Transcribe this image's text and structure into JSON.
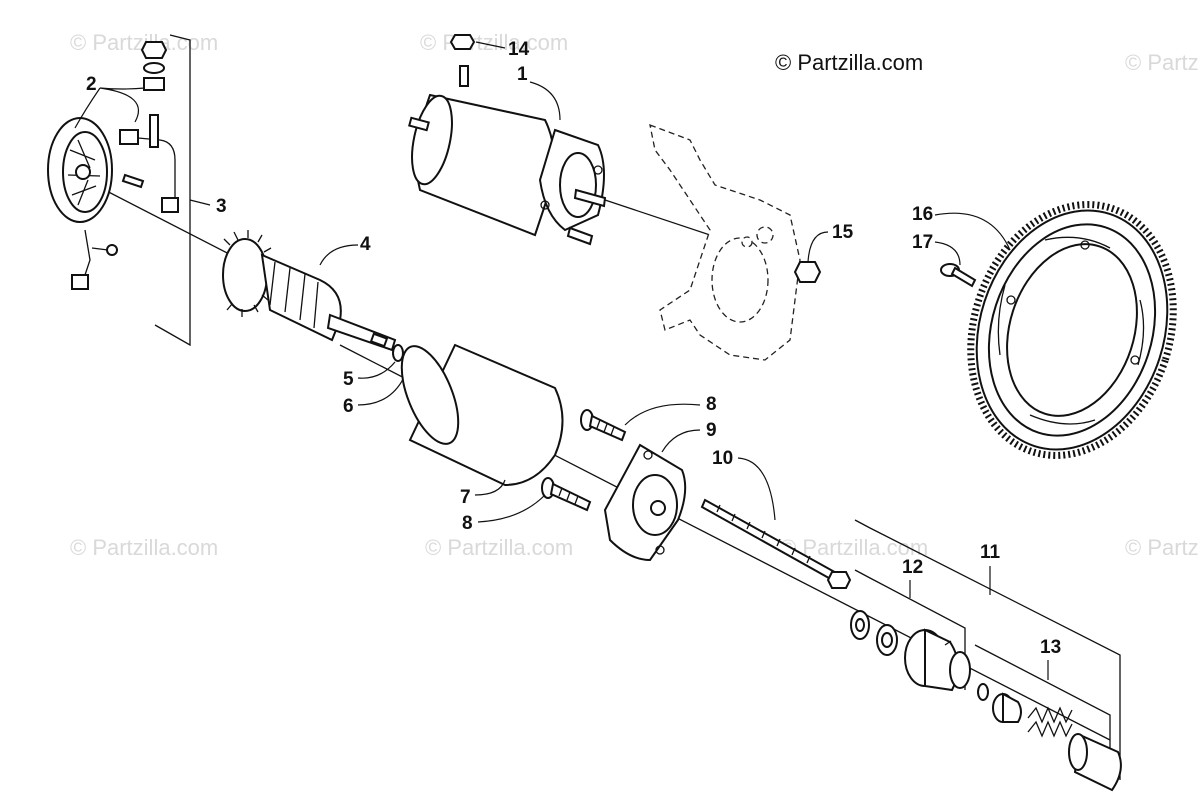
{
  "watermark": "© Partzilla.com",
  "brand": "© Partzilla.com",
  "callouts": [
    "1",
    "2",
    "3",
    "4",
    "5",
    "6",
    "7",
    "8",
    "8",
    "9",
    "10",
    "11",
    "12",
    "13",
    "14",
    "15",
    "16",
    "17"
  ]
}
